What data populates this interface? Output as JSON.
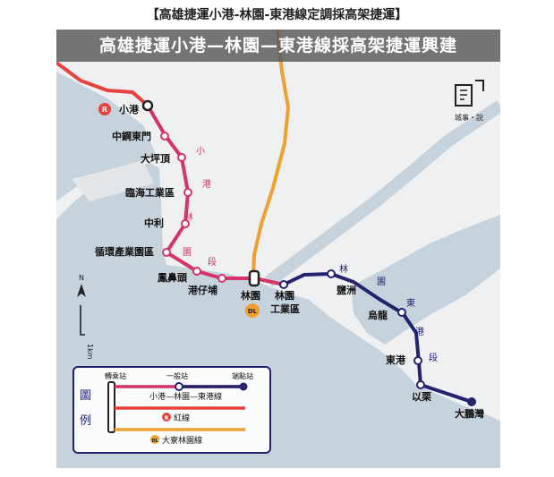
{
  "page_title": "【高雄捷運小港-林園-東港線定調採高架捷運】",
  "banner": "高雄捷運小港—林園—東港線採高架捷運興建",
  "logo_text": "城事・說",
  "colors": {
    "land": "#eef0f1",
    "water": "#c6d3dd",
    "xiaogang_line": "#d6336c",
    "donggang_line": "#23236e",
    "red_line": "#e8413e",
    "dl_line": "#f0a030"
  },
  "stations": {
    "xiaogang": "小港",
    "zhonggang_east_gate": "中鋼東門",
    "dapingding": "大坪頂",
    "linhai_industrial": "臨海工業區",
    "zhongli": "中利",
    "circular_industrial_park": "循環產業園區",
    "fengbitou": "鳳鼻頭",
    "gangzipu": "港仔埔",
    "linyuan": "林園",
    "linyuan_industrial_1": "林園",
    "linyuan_industrial_2": "工業區",
    "yanzhou": "鹽洲",
    "wulong": "烏龍",
    "donggang": "東港",
    "yili": "以栗",
    "dapeng_bay": "大鵬灣"
  },
  "line_badges": {
    "red": "R",
    "dl": "DL"
  },
  "segment_labels": {
    "xiaogang_segment": [
      "小",
      "港",
      "林",
      "園",
      "段"
    ],
    "donggang_segment": [
      "林",
      "園",
      "東",
      "港",
      "段"
    ]
  },
  "compass": {
    "north": "N"
  },
  "scale": {
    "label": "1km"
  },
  "legend": {
    "title_chars": [
      "圖",
      "例"
    ],
    "header_transfer": "轉乘站",
    "header_general": "一般站",
    "header_terminal": "端點站",
    "route_xld": "小港—林園—東港線",
    "route_red": "紅線",
    "route_dl": "大寮林園線"
  }
}
